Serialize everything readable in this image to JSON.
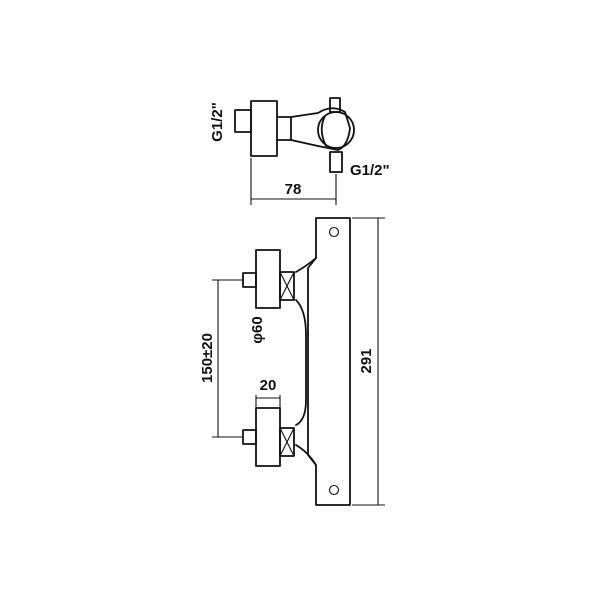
{
  "labels": {
    "inlet_top": "G1/2\"",
    "inlet_bottom": "G1/2\"",
    "depth": "78",
    "height": "291",
    "spacing": "150±20",
    "diameter": "φ60",
    "offset": "20"
  }
}
